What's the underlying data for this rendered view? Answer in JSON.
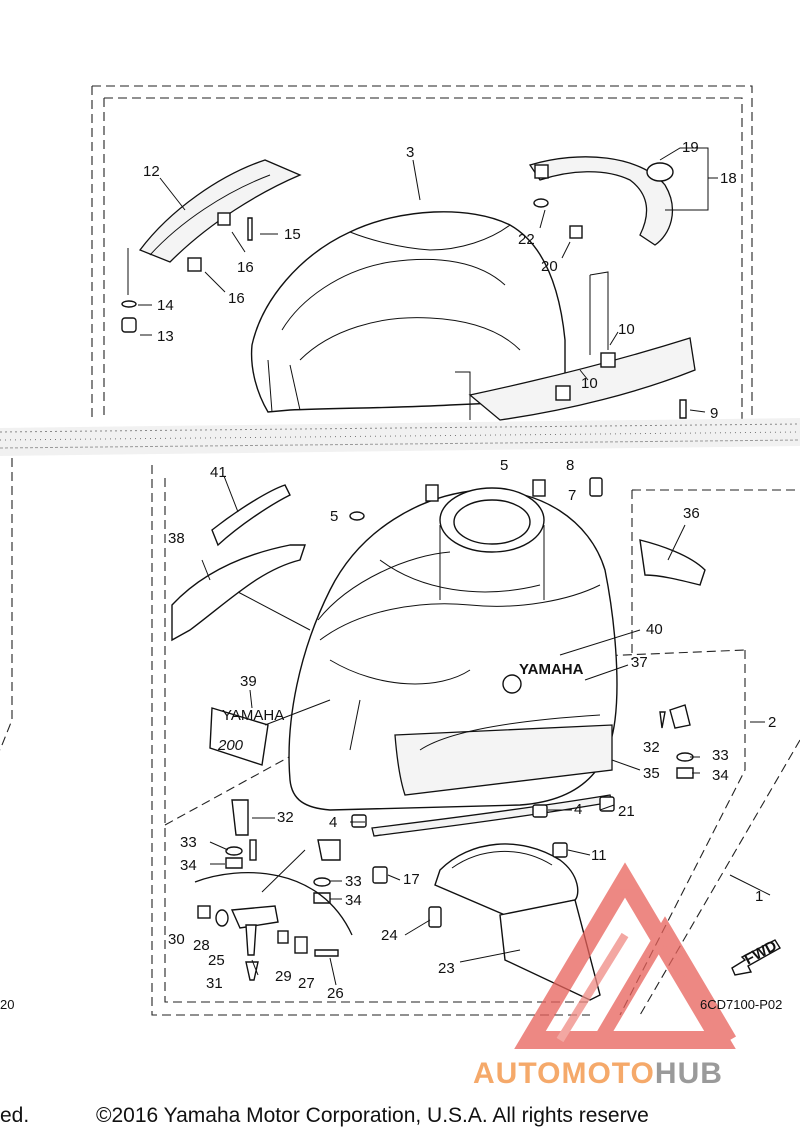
{
  "diagram": {
    "drawing_code": "6CD7100-P02",
    "left_edge_code": "20",
    "callouts": [
      {
        "id": "c3",
        "text": "3"
      },
      {
        "id": "c12",
        "text": "12"
      },
      {
        "id": "c15",
        "text": "15"
      },
      {
        "id": "c16a",
        "text": "16"
      },
      {
        "id": "c16b",
        "text": "16"
      },
      {
        "id": "c14",
        "text": "14"
      },
      {
        "id": "c13",
        "text": "13"
      },
      {
        "id": "c19",
        "text": "19"
      },
      {
        "id": "c18",
        "text": "18"
      },
      {
        "id": "c22",
        "text": "22"
      },
      {
        "id": "c20",
        "text": "20"
      },
      {
        "id": "c10a",
        "text": "10"
      },
      {
        "id": "c10b",
        "text": "10"
      },
      {
        "id": "c9",
        "text": "9"
      },
      {
        "id": "c41",
        "text": "41"
      },
      {
        "id": "c5a",
        "text": "5"
      },
      {
        "id": "c5b",
        "text": "5"
      },
      {
        "id": "c8",
        "text": "8"
      },
      {
        "id": "c7",
        "text": "7"
      },
      {
        "id": "c36",
        "text": "36"
      },
      {
        "id": "c38",
        "text": "38"
      },
      {
        "id": "c40",
        "text": "40"
      },
      {
        "id": "c37",
        "text": "37"
      },
      {
        "id": "c39",
        "text": "39"
      },
      {
        "id": "c2",
        "text": "2"
      },
      {
        "id": "c32a",
        "text": "32"
      },
      {
        "id": "c33a",
        "text": "33"
      },
      {
        "id": "c34a",
        "text": "34"
      },
      {
        "id": "c35",
        "text": "35"
      },
      {
        "id": "c4",
        "text": "4"
      },
      {
        "id": "c21",
        "text": "21"
      },
      {
        "id": "c4b",
        "text": "4"
      },
      {
        "id": "c33b",
        "text": "33"
      },
      {
        "id": "c32b",
        "text": "32"
      },
      {
        "id": "c34b",
        "text": "34"
      },
      {
        "id": "c11",
        "text": "11"
      },
      {
        "id": "c17",
        "text": "17"
      },
      {
        "id": "c33c",
        "text": "33"
      },
      {
        "id": "c34c",
        "text": "34"
      },
      {
        "id": "c1",
        "text": "1"
      },
      {
        "id": "c30",
        "text": "30"
      },
      {
        "id": "c28",
        "text": "28"
      },
      {
        "id": "c25",
        "text": "25"
      },
      {
        "id": "c29",
        "text": "29"
      },
      {
        "id": "c27",
        "text": "27"
      },
      {
        "id": "c26",
        "text": "26"
      },
      {
        "id": "c31",
        "text": "31"
      },
      {
        "id": "c24",
        "text": "24"
      },
      {
        "id": "c23",
        "text": "23"
      }
    ],
    "decal_texts": {
      "brand": "YAMAHA",
      "model_badge": "200",
      "badge_brand": "YAMAHA",
      "fwd_arrow": "FWD"
    }
  },
  "footer": {
    "copyright_left_fragment": "ed.",
    "copyright": "©2016 Yamaha Motor Corporation, U.S.A. All rights reserve"
  },
  "watermark": {
    "part1": "AUTOMOTO",
    "part2": "HUB",
    "colors": {
      "logo_red": "#e8615a",
      "text_orange": "#f5a96a",
      "text_gray": "#9a9a9a"
    }
  }
}
